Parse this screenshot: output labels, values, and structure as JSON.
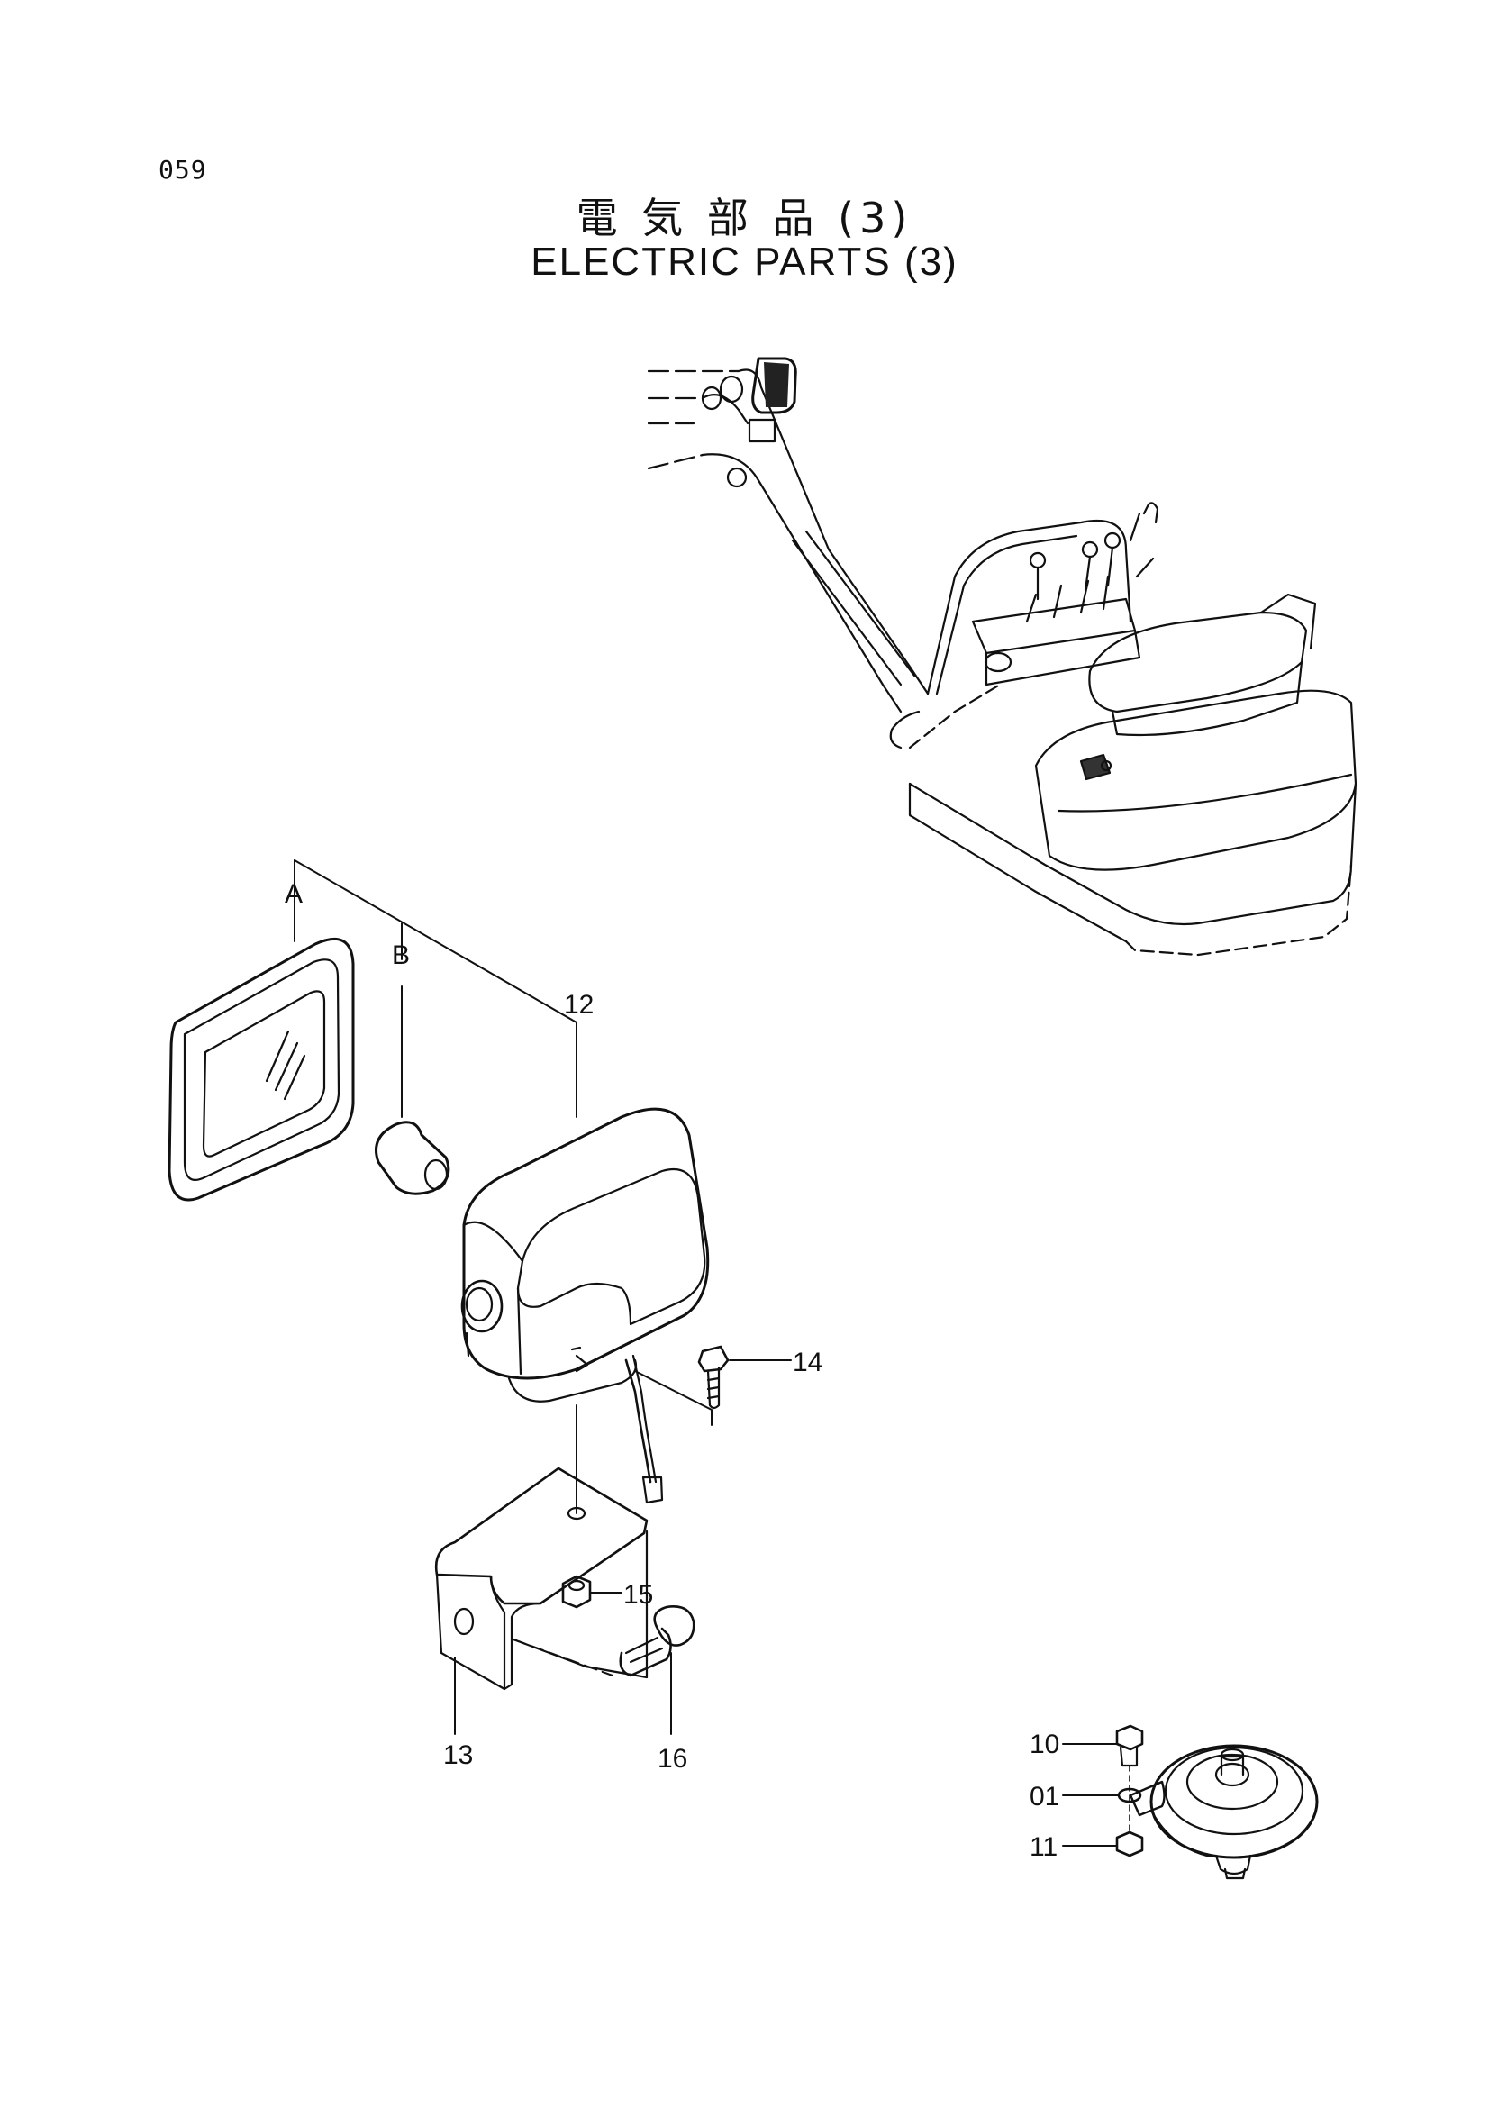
{
  "page": {
    "number": "059",
    "title_jp": "電 気 部 品 (3)",
    "title_en": "ELECTRIC PARTS (3)"
  },
  "callouts": {
    "ref_a": "A",
    "ref_b": "B",
    "p12": "12",
    "p13": "13",
    "p14": "14",
    "p15": "15",
    "p16": "16",
    "p10": "10",
    "p01": "01",
    "p11": "11"
  }
}
